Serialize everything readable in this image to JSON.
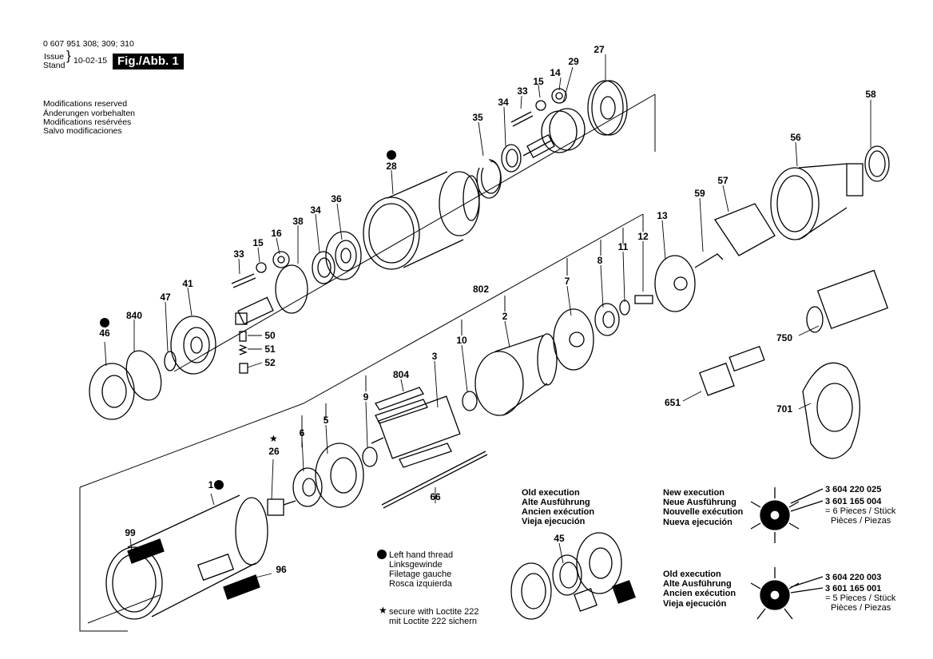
{
  "header": {
    "part_numbers": "0 607 951 308; 309; 310",
    "issue_label": "Issue",
    "stand_label": "Stand",
    "date": "10-02-15",
    "figure": "Fig./Abb. 1"
  },
  "modifications": [
    "Modifications reserved",
    "Änderungen vorbehalten",
    "Modifications resérvées",
    "Salvo modificaciones"
  ],
  "part_labels": {
    "p27": "27",
    "p29": "29",
    "p14": "14",
    "p15a": "15",
    "p33a": "33",
    "p34a": "34",
    "p35": "35",
    "p28": "28",
    "p36": "36",
    "p34b": "34",
    "p38": "38",
    "p16": "16",
    "p15b": "15",
    "p33b": "33",
    "p41": "41",
    "p47": "47",
    "p840": "840",
    "p46": "46",
    "p50": "50",
    "p51": "51",
    "p52": "52",
    "p58": "58",
    "p56": "56",
    "p57": "57",
    "p59": "59",
    "p13": "13",
    "p12": "12",
    "p11": "11",
    "p8": "8",
    "p7": "7",
    "p802": "802",
    "p2": "2",
    "p10": "10",
    "p3": "3",
    "p804": "804",
    "p9": "9",
    "p5": "5",
    "p6": "6",
    "p26": "26",
    "p1": "1",
    "p99": "99",
    "p96": "96",
    "p66": "66",
    "p750": "750",
    "p651": "651",
    "p701": "701",
    "p45": "45"
  },
  "old_execution_45": [
    "Old execution",
    "Alte Ausführung",
    "Ancien exécution",
    "Vieja ejecución"
  ],
  "new_execution": {
    "lines": [
      "New execution",
      "Neue Ausführung",
      "Nouvelle exécution",
      "Nueva ejecución"
    ],
    "part_a": "3 604 220 025",
    "part_b": "3 601 165 004",
    "pieces": "= 6 Pieces / Stück",
    "pieces2": "Pièces / Piezas"
  },
  "old_execution": {
    "lines": [
      "Old execution",
      "Alte Ausführung",
      "Ancien exécution",
      "Vieja ejecución"
    ],
    "part_a": "3 604 220 003",
    "part_b": "3 601 165 001",
    "pieces": "= 5 Pieces / Stück",
    "pieces2": "Pièces / Piezas"
  },
  "legend": {
    "left_hand": [
      "Left hand thread",
      "Linksgewinde",
      "Filetage gauche",
      "Rosca izquierda"
    ],
    "loctite": [
      "secure with Loctite 222",
      "mit Loctite 222 sichern"
    ]
  }
}
